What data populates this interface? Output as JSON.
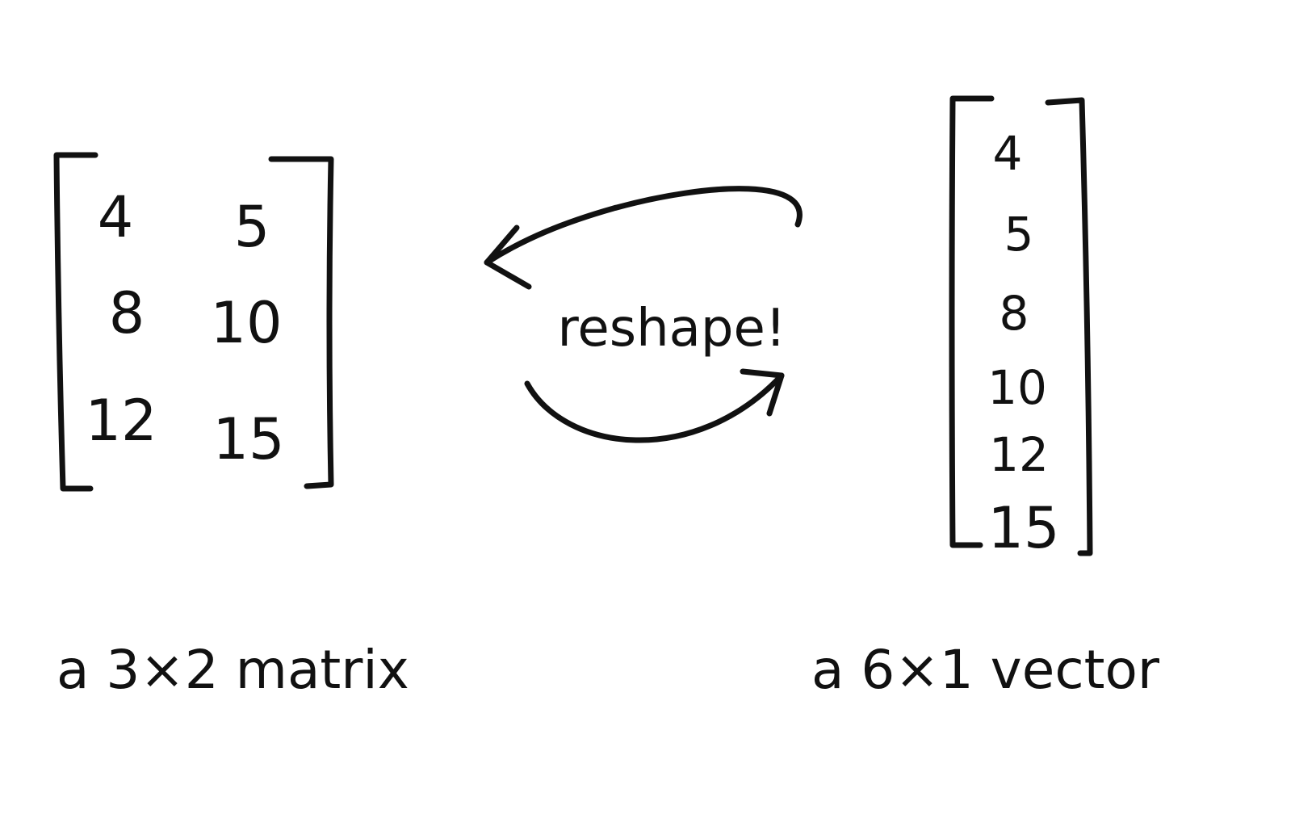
{
  "matrix": {
    "rows": [
      [
        "4",
        "5"
      ],
      [
        "8",
        "10"
      ],
      [
        "12",
        "15"
      ]
    ],
    "caption": "a 3×2 matrix"
  },
  "vector": {
    "values": [
      "4",
      "5",
      "8",
      "10",
      "12",
      "15"
    ],
    "caption": "a 6×1 vector"
  },
  "center_label": "reshape!",
  "colors": {
    "ink": "#111111",
    "background": "#ffffff"
  }
}
